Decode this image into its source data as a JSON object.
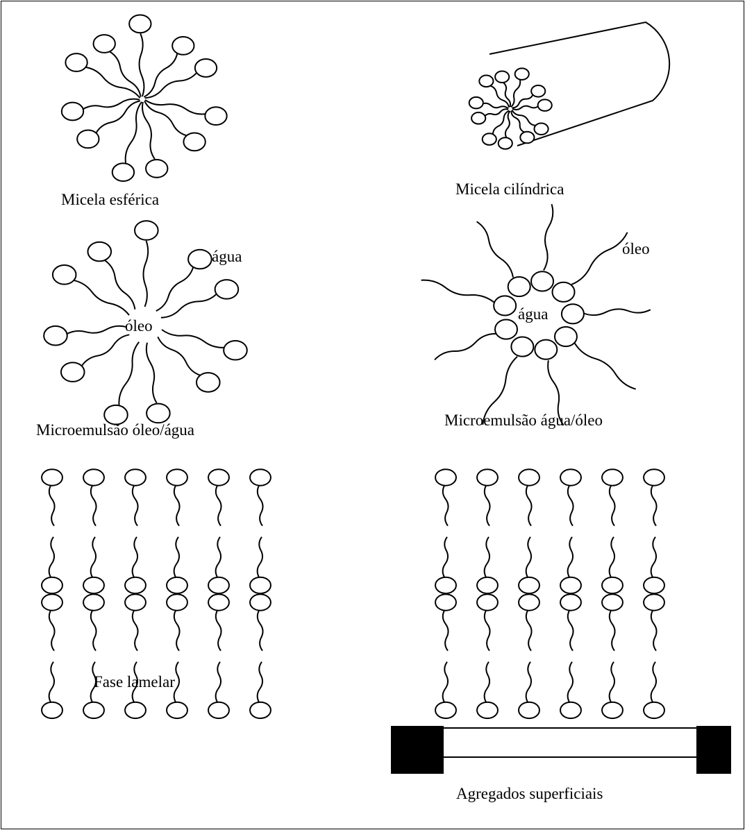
{
  "colors": {
    "ink": "#000000",
    "background": "#ffffff"
  },
  "panels": [
    {
      "id": "spherical",
      "label": "Micela esférica"
    },
    {
      "id": "cylindrical",
      "label": "Micela cilíndrica"
    },
    {
      "id": "ow",
      "label": "Microemulsão óleo/água",
      "outer": "água",
      "inner": "óleo"
    },
    {
      "id": "wo",
      "label": "Microemulsão água/óleo",
      "outer": "óleo",
      "inner": "água"
    },
    {
      "id": "lamellar",
      "label": "Fase lamelar"
    },
    {
      "id": "surface",
      "label": "Agregados superficiais"
    }
  ]
}
